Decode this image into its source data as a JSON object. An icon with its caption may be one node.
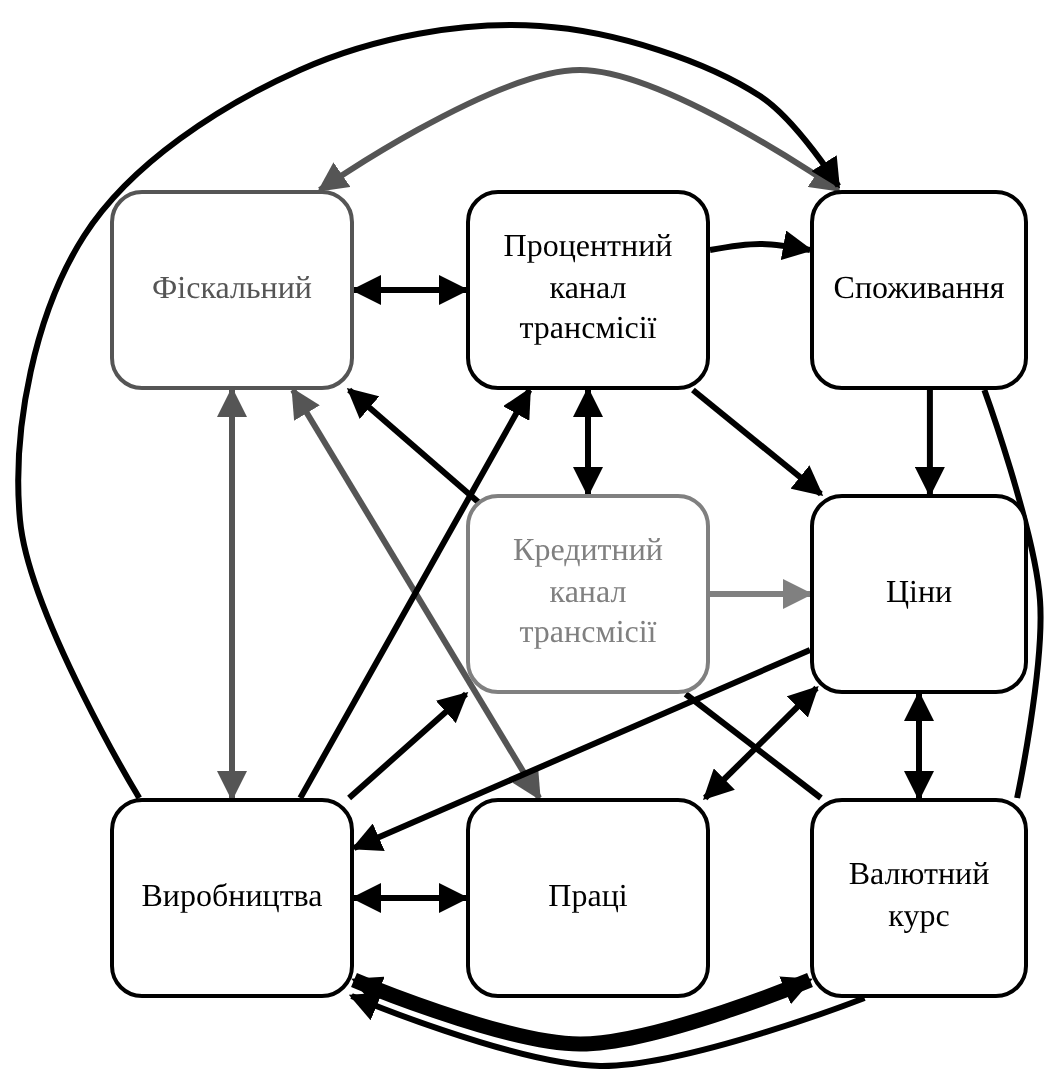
{
  "diagram": {
    "nodes": [
      {
        "text": [
          "Фіскальний"
        ]
      },
      {
        "text": [
          "Процентний канал трансмісії"
        ]
      },
      {
        "text": [
          "Споживання"
        ]
      },
      {
        "text": [
          "Кредитний канал трансмісії"
        ]
      },
      {
        "text": [
          "Ціни"
        ]
      },
      {
        "text": [
          "Виробництва"
        ]
      },
      {
        "text": [
          "Праці"
        ]
      },
      {
        "text": [
          "Валютний курс"
        ]
      }
    ],
    "edges": [
      {
        "from": 0,
        "to": 2,
        "arrow": "both",
        "color": "#555555"
      },
      {
        "from": 5,
        "to": 2,
        "arrow": "to"
      },
      {
        "from": 2,
        "to": 7,
        "arrow": "none"
      },
      {
        "from": 0,
        "to": 1,
        "arrow": "both"
      },
      {
        "from": 1,
        "to": 2,
        "arrow": "to"
      },
      {
        "from": 1,
        "to": 3,
        "arrow": "both"
      },
      {
        "from": 1,
        "to": 4,
        "arrow": "to"
      },
      {
        "from": 2,
        "to": 4,
        "arrow": "to"
      },
      {
        "from": 3,
        "to": 4,
        "arrow": "to",
        "color": "#808080"
      },
      {
        "from": 5,
        "to": 0,
        "arrow": "both",
        "color": "#555555"
      },
      {
        "from": 6,
        "to": 0,
        "arrow": "both",
        "color": "#555555"
      },
      {
        "from": 3,
        "to": 0,
        "arrow": "to"
      },
      {
        "from": 5,
        "to": 1,
        "arrow": "to"
      },
      {
        "from": 5,
        "to": 3,
        "arrow": "to"
      },
      {
        "from": 4,
        "to": 5,
        "arrow": "to"
      },
      {
        "from": 4,
        "to": 6,
        "arrow": "both"
      },
      {
        "from": 3,
        "to": 7,
        "arrow": "none"
      },
      {
        "from": 4,
        "to": 7,
        "arrow": "both"
      },
      {
        "from": 5,
        "to": 6,
        "arrow": "both"
      },
      {
        "from": 5,
        "to": 7,
        "arrow": "both",
        "style": "thick"
      },
      {
        "from": 7,
        "to": 5,
        "arrow": "to"
      }
    ]
  }
}
